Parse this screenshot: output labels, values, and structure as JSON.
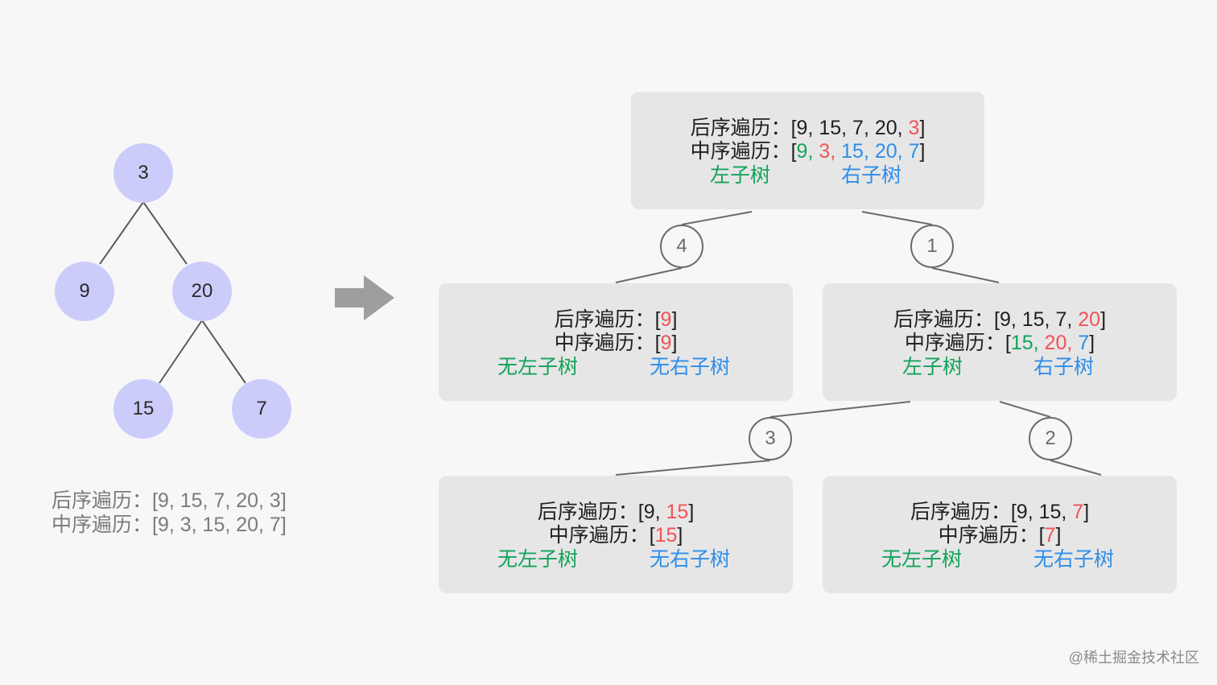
{
  "tree": {
    "nodes": [
      {
        "id": "n3",
        "label": "3"
      },
      {
        "id": "n9",
        "label": "9"
      },
      {
        "id": "n20",
        "label": "20"
      },
      {
        "id": "n15",
        "label": "15"
      },
      {
        "id": "n7",
        "label": "7"
      }
    ],
    "postorder_text": "后序遍历：[9, 15, 7, 20, 3]",
    "inorder_text": "中序遍历：[9, 3, 15, 20, 7]"
  },
  "boxes": {
    "root": {
      "post_prefix": "后序遍历：",
      "post_open": "[9, 15, 7, 20, ",
      "post_red": "3",
      "post_close": "]",
      "in_prefix": "中序遍历：",
      "in_open": "[",
      "in_green": "9, ",
      "in_red": "3, ",
      "in_blue": "15, 20, 7",
      "in_close": "]",
      "left_label": "左子树",
      "right_label": "右子树"
    },
    "node9": {
      "post_prefix": "后序遍历：",
      "post_open": "[",
      "post_red": "9",
      "post_close": "]",
      "in_prefix": "中序遍历：",
      "in_open": "[",
      "in_red": "9",
      "in_close": "]",
      "left_label": "无左子树",
      "right_label": "无右子树"
    },
    "node20": {
      "post_prefix": "后序遍历：",
      "post_open": "[9, 15, 7, ",
      "post_red": "20",
      "post_close": "]",
      "in_prefix": "中序遍历：",
      "in_open": "[",
      "in_green": "15, ",
      "in_red": "20, ",
      "in_blue": "7",
      "in_close": "]",
      "left_label": "左子树",
      "right_label": "右子树"
    },
    "node15": {
      "post_prefix": "后序遍历：",
      "post_open": "[9, ",
      "post_red": "15",
      "post_close": "]",
      "in_prefix": "中序遍历：",
      "in_open": "[",
      "in_red": "15",
      "in_close": "]",
      "left_label": "无左子树",
      "right_label": "无右子树"
    },
    "node7": {
      "post_prefix": "后序遍历：",
      "post_open": "[9, 15, ",
      "post_red": "7",
      "post_close": "]",
      "in_prefix": "中序遍历：",
      "in_open": "[",
      "in_red": "7",
      "in_close": "]",
      "left_label": "无左子树",
      "right_label": "无右子树"
    }
  },
  "steps": {
    "s1": "1",
    "s2": "2",
    "s3": "3",
    "s4": "4"
  },
  "watermark": "@稀土掘金技术社区",
  "colors": {
    "node_fill": "#ccccfb",
    "box_fill": "#e6e6e7",
    "left_subtree": "#13a35a",
    "right_subtree": "#2e8ee8",
    "root_value": "#f25353"
  }
}
